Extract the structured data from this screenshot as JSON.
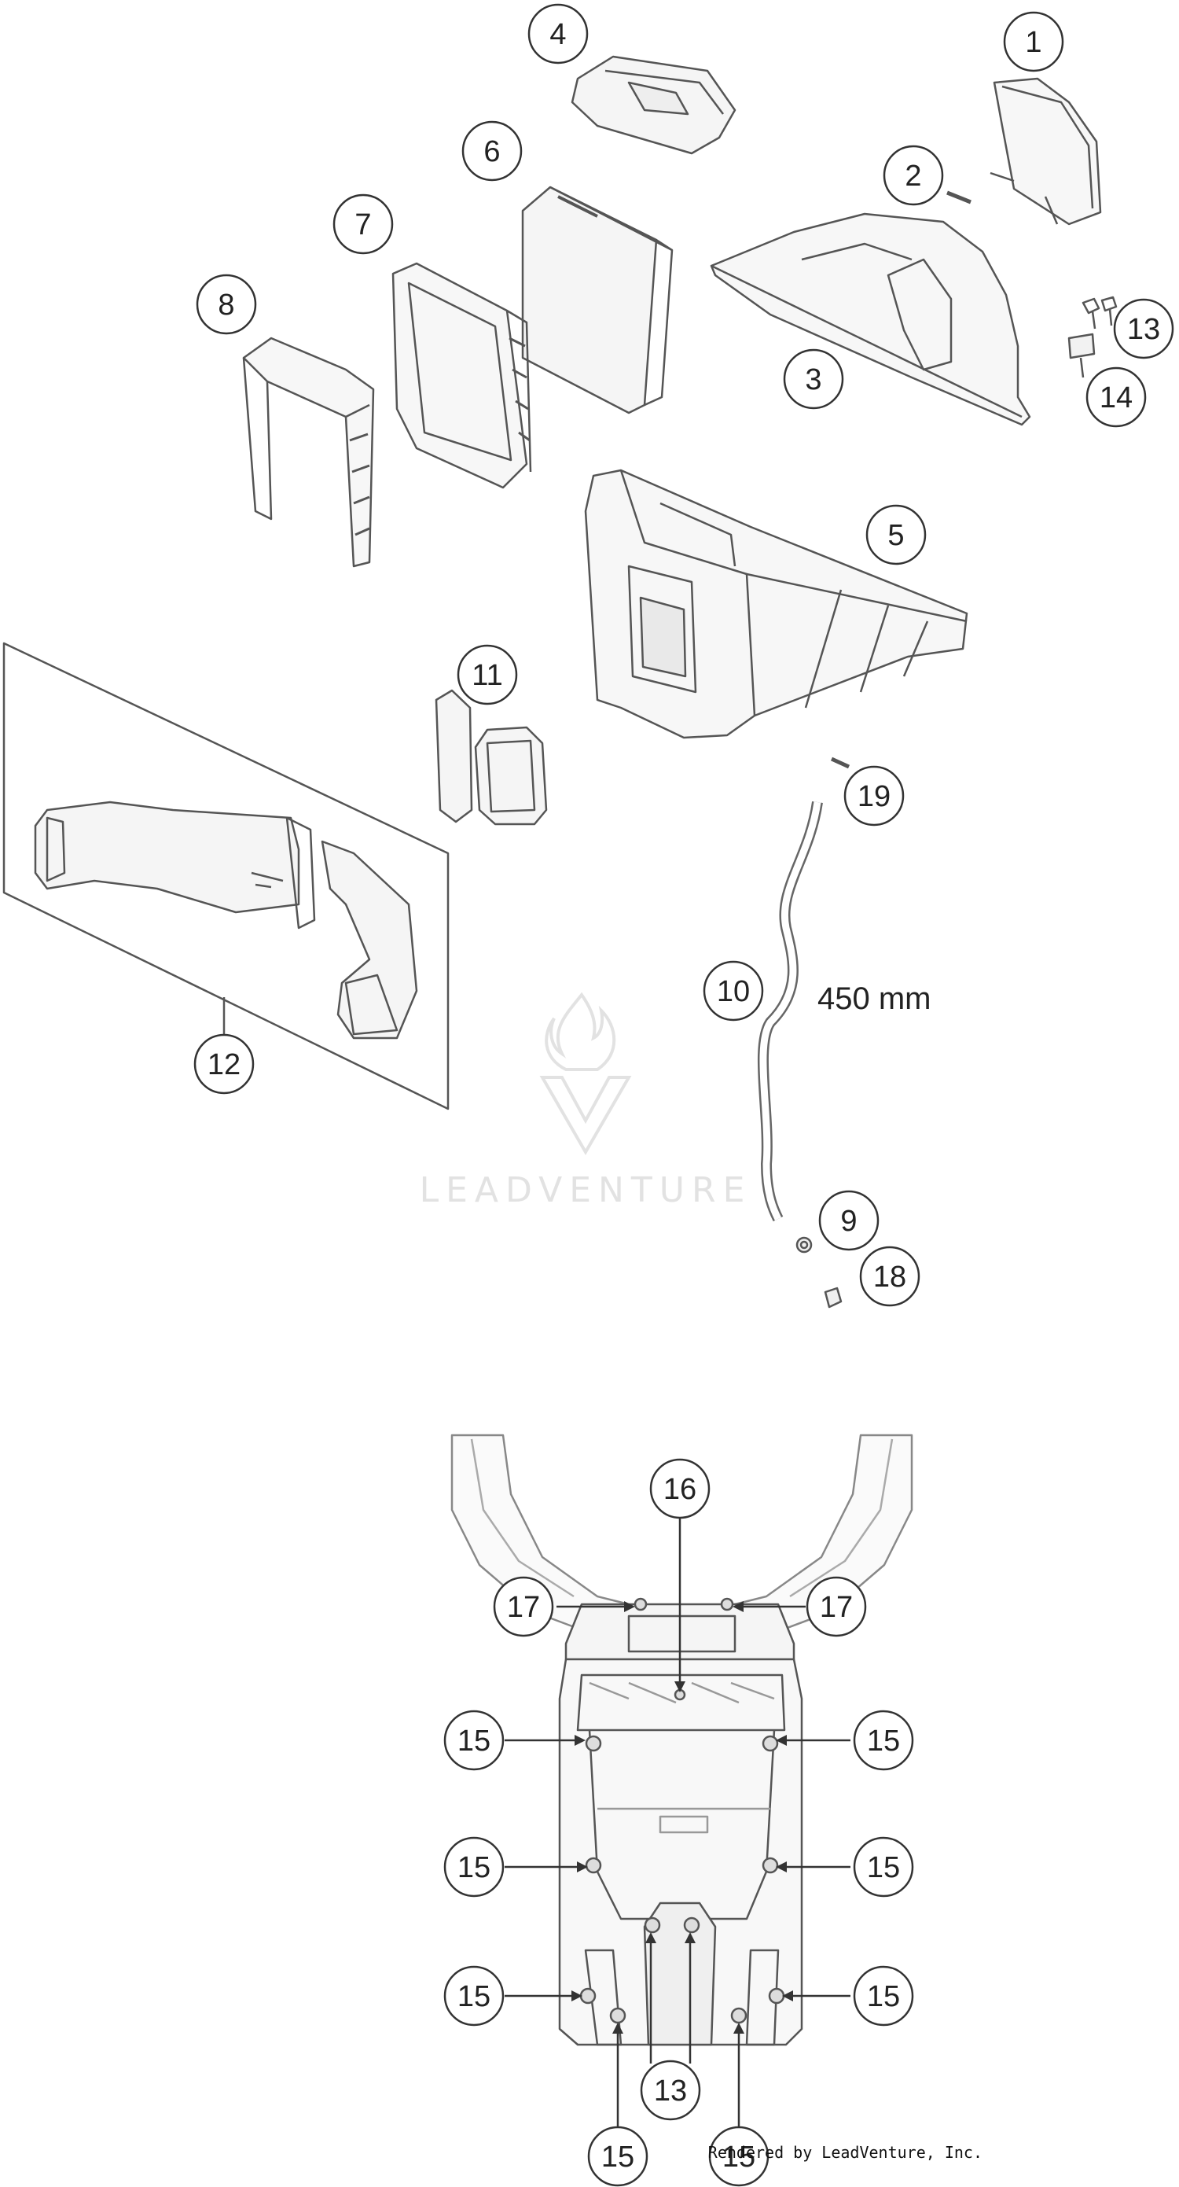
{
  "callouts": {
    "c1": "1",
    "c2": "2",
    "c3": "3",
    "c4": "4",
    "c5": "5",
    "c6": "6",
    "c7": "7",
    "c8": "8",
    "c9": "9",
    "c10": "10",
    "c11": "11",
    "c12": "12",
    "c13a": "13",
    "c14": "14",
    "c18": "18",
    "c19": "19",
    "c16": "16",
    "c17a": "17",
    "c17b": "17",
    "c15a": "15",
    "c15b": "15",
    "c15c": "15",
    "c15d": "15",
    "c15e": "15",
    "c15f": "15",
    "c15g": "15",
    "c15h": "15",
    "c13b": "13"
  },
  "dimension_label": "450 mm",
  "watermark": "LEADVENTURE",
  "credit": "Rendered by LeadVenture, Inc."
}
